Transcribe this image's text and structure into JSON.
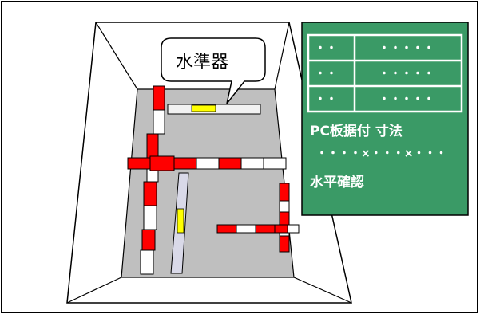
{
  "callout": {
    "label": "水準器"
  },
  "board": {
    "rows": [
      {
        "left": "・・",
        "right": "・・・・・"
      },
      {
        "left": "・・",
        "right": "・・・・・"
      },
      {
        "left": "・・",
        "right": "・・・・・"
      }
    ],
    "line1": "PC板据付 寸法",
    "line2": "・・・・×・・・×・・・",
    "line3": "水平確認"
  },
  "colors": {
    "board_green": "#3a9a66",
    "pit_gray": "#bfbfbf",
    "staff_red": "#ff0000",
    "level_bubble": "#ffff00"
  }
}
